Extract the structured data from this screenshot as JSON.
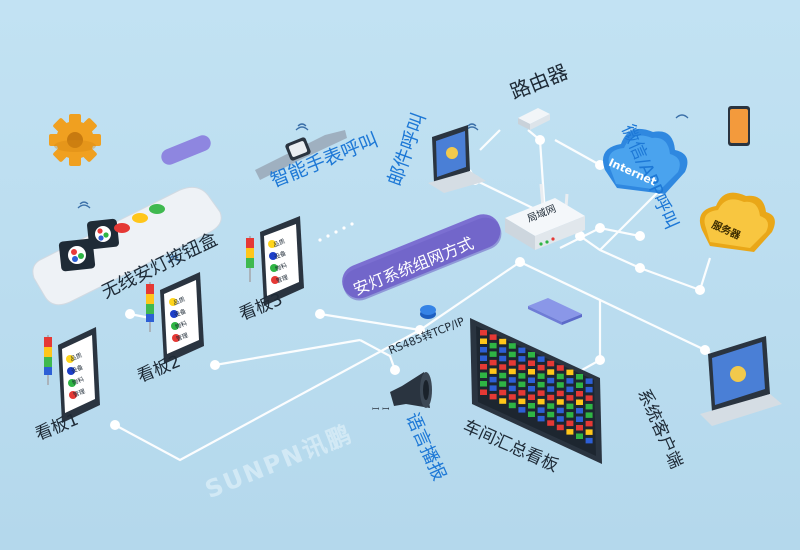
{
  "title_banner": "安灯系统组网方式",
  "labels": {
    "router": "路由器",
    "smartwatch": "智能手表呼叫",
    "email": "邮件呼叫",
    "wechat_app": "微信/APP呼叫",
    "wireless_box": "无线安灯按钮盒",
    "board1": "看板1",
    "board2": "看板2",
    "board3": "看板3",
    "converter": "RS485转TCP/IP",
    "voice": "语言播报",
    "workshop_board": "车间汇总看板",
    "client": "系统客户端",
    "internet": "Internet",
    "server": "服务器",
    "lan": "局域网",
    "watermark": "SUNPN讯鹏"
  },
  "board_items": [
    "品质",
    "设备",
    "物料",
    "管理"
  ],
  "colors": {
    "line": "#ffffff",
    "accent_blue": "#1d78d6",
    "banner_fill": "#7b6fd1",
    "cloud_internet": "#4a9be8",
    "cloud_server": "#f5c342",
    "background": "#b9dcef"
  },
  "icons": [
    "gear-icon",
    "wifi-icon",
    "router-icon",
    "laptop-icon",
    "phone-icon",
    "cloud-icon",
    "speaker-icon",
    "andon-light-icon",
    "keyboard-icon",
    "monitor-icon"
  ]
}
